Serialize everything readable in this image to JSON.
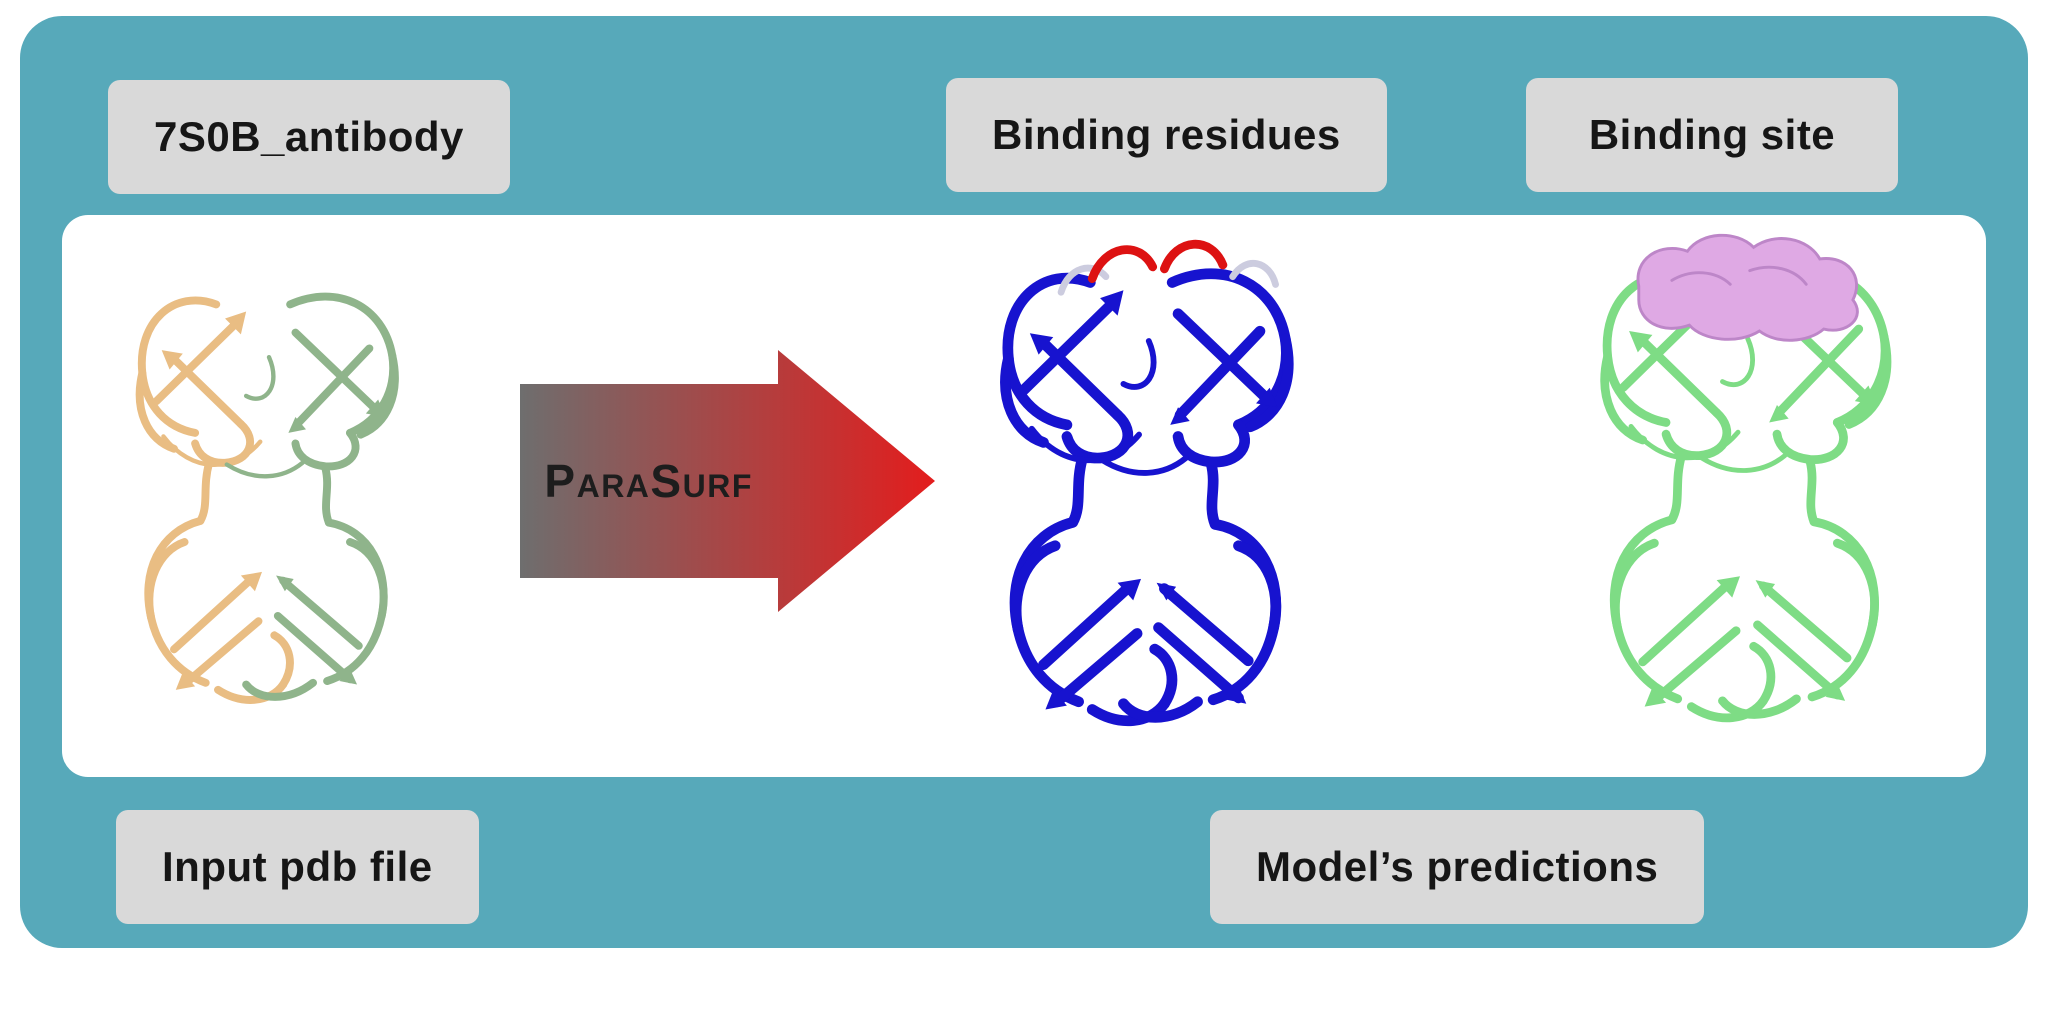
{
  "figure": {
    "background": "#ffffff",
    "panel_color": "#57a9ba",
    "inner_panel_color": "#ffffff",
    "label_bg": "#d9d9d9",
    "label_text_color": "#161616",
    "arrow_text_color": "#1d1d1d"
  },
  "labels": {
    "top_left": "7S0B_antibody",
    "top_middle": "Binding residues",
    "top_right": "Binding site",
    "bottom_left": "Input pdb file",
    "bottom_right": "Model’s predictions"
  },
  "arrow": {
    "label": "ParaSurf",
    "gradient_start": "#6e6e6e",
    "gradient_end": "#e31d1d"
  },
  "structures": {
    "input": {
      "name": "antibody-cartoon",
      "chain_a_color": "#e9bd83",
      "chain_b_color": "#8fb48b"
    },
    "binding_residues": {
      "name": "predicted-binding-residues-cartoon",
      "chain_color": "#1713cf",
      "residue_highlight_color": "#dd1212",
      "loop_neutral_color": "#ccccdf"
    },
    "binding_site": {
      "name": "predicted-binding-site-cartoon",
      "chain_color": "#7edc85",
      "site_surface_color": "#dfa9e4",
      "site_surface_stroke": "#bd86c8"
    }
  }
}
